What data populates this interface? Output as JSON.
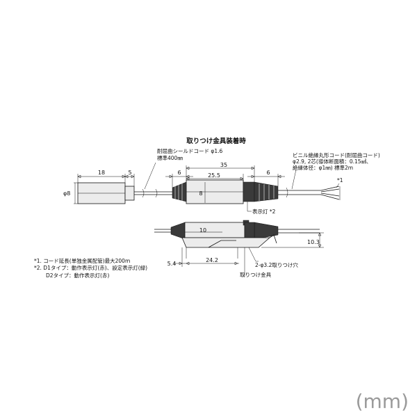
{
  "title": "取りつけ金具装着時",
  "labels": {
    "shield_cord_line1": "耐屈曲シールドコード φ1.6",
    "shield_cord_line2": "標準400㎜",
    "vinyl_cord_line1": "ビニル絶縁丸形コード(耐屈曲コード)",
    "vinyl_cord_line2": "φ2.9, 2芯(導体断面積：0.15㎟、",
    "vinyl_cord_line3": "絶縁体径：φ1㎜) 標準2m",
    "star1": "*1",
    "indicator": "表示灯 *2",
    "mount_hole": "2-φ3.2取りつけ穴",
    "bracket": "取りつけ金具"
  },
  "dimensions": {
    "d18": "18",
    "d5": "5",
    "d35": "35",
    "d6_left": "6",
    "d6_right": "6",
    "d25_5": "25.5",
    "phi8": "φ8",
    "d8": "8",
    "d10": "10",
    "d10_3": "10.3",
    "d5_4": "5.4",
    "d24_2": "24.2"
  },
  "notes": {
    "n1": "*1. コード延長(単独金属配管)最大200m",
    "n2": "*2. D1タイプ：動作表示灯(赤)、設定表示灯(緑)",
    "n3": "D2タイプ：動作表示灯(赤)"
  },
  "unit_label": "(mm)"
}
